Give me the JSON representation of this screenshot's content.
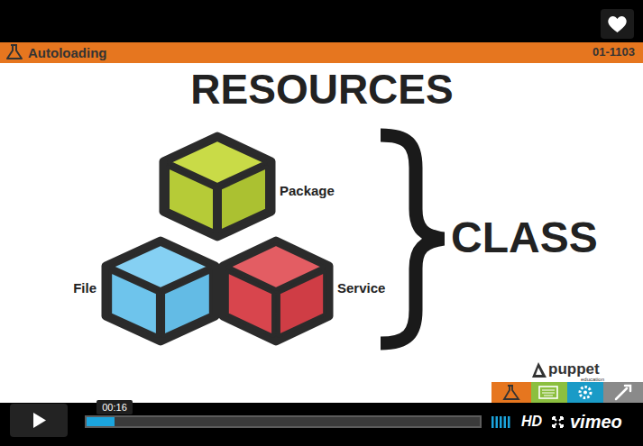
{
  "diagram": {
    "title": "RESOURCES",
    "nodes": [
      {
        "text": [
          "Package"
        ]
      },
      {
        "text": [
          "File"
        ]
      },
      {
        "text": [
          "Service"
        ]
      }
    ],
    "labels": [
      "Autoloading",
      "01-1103",
      "CLASS",
      "puppet",
      "education",
      "00:16",
      "HD",
      "vimeo"
    ]
  }
}
